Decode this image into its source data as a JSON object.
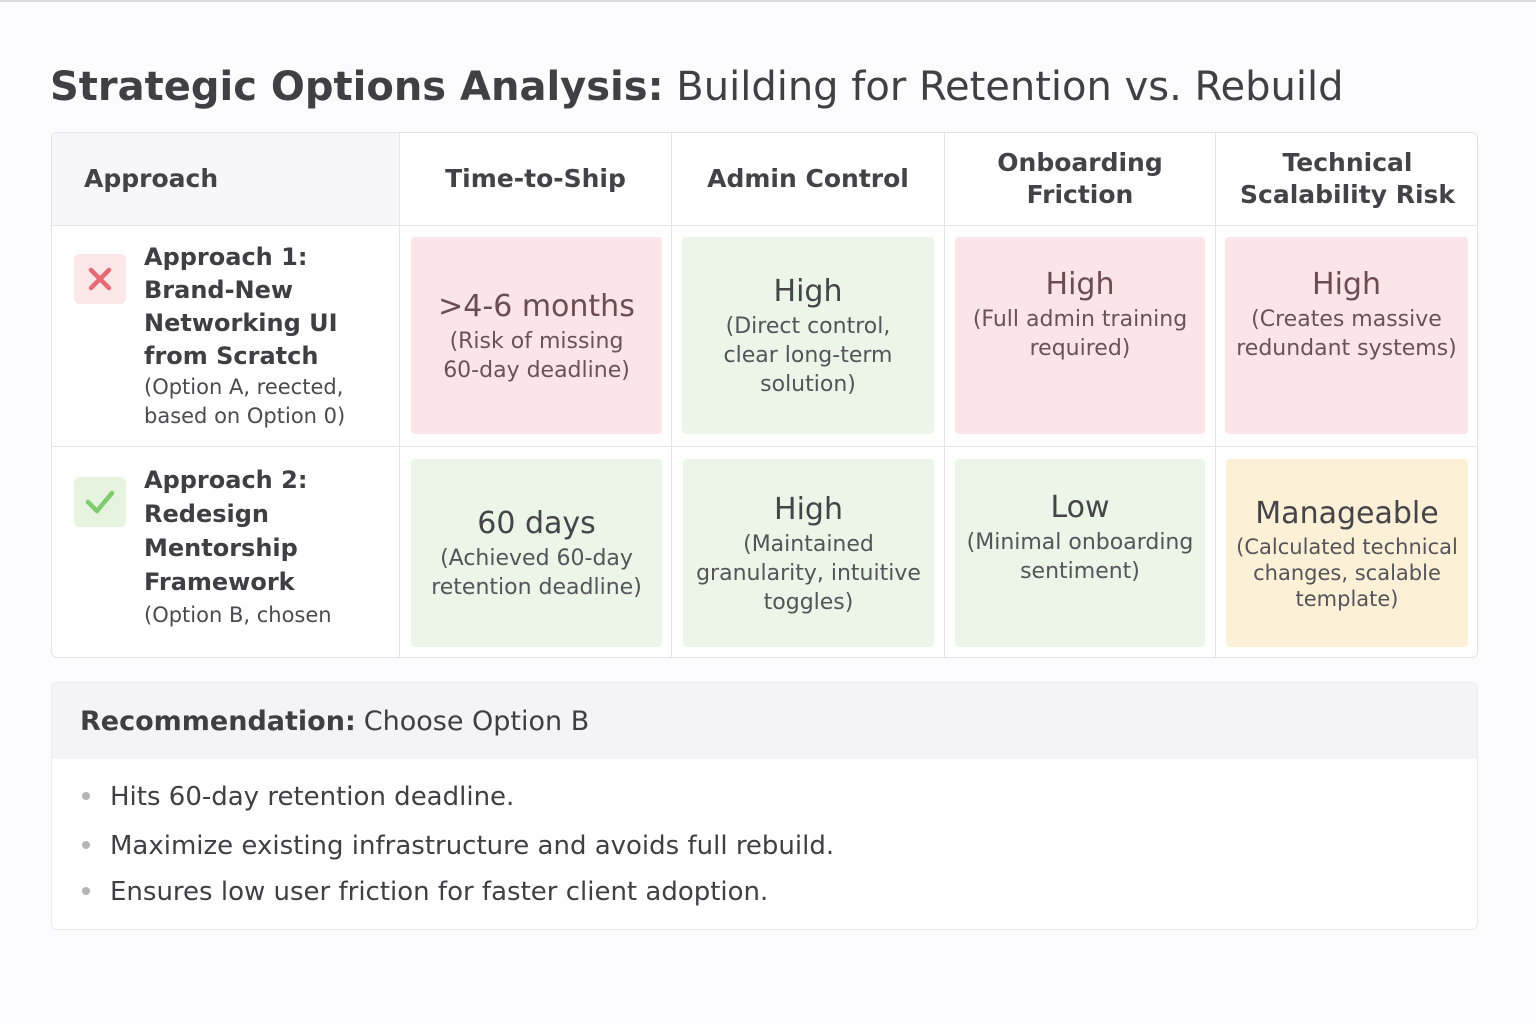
{
  "title": {
    "bold": "Strategic Options Analysis:",
    "rest": "Building for Retention vs. Rebuild"
  },
  "table": {
    "headers": [
      "Approach",
      "Time-to-Ship",
      "Admin Control",
      "Onboarding Friction",
      "Technical Scalability Risk"
    ],
    "rows": [
      {
        "status_icon": "x-icon",
        "status_color": "#e46a73",
        "title_lines": [
          "Approach 1:",
          "Brand-New",
          "Networking UI",
          "from Scratch"
        ],
        "note_lines": [
          "(Option A, reected,",
          "based on Option 0)"
        ],
        "cells": [
          {
            "main": ">4-6 months",
            "sub_lines": [
              "(Risk of missing",
              "60-day deadline)"
            ],
            "color": "#fbe5e8"
          },
          {
            "main": "High",
            "sub_lines": [
              "(Direct control,",
              "clear long-term",
              "solution)"
            ],
            "color": "#ebf5e8"
          },
          {
            "main": "High",
            "sub_lines": [
              "(Full admin training",
              "required)"
            ],
            "color": "#fbe5e8"
          },
          {
            "main": "High",
            "sub_lines": [
              "(Creates massive",
              "redundant systems)"
            ],
            "color": "#fbe5e8"
          }
        ]
      },
      {
        "status_icon": "check-icon",
        "status_color": "#7fcb6f",
        "title_lines": [
          "Approach 2:",
          "Redesign",
          "Mentorship",
          "Framework"
        ],
        "note_lines": [
          "(Option B, chosen"
        ],
        "cells": [
          {
            "main": "60 days",
            "sub_lines": [
              "(Achieved 60-day",
              "retention deadline)"
            ],
            "color": "#ebf5e8"
          },
          {
            "main": "High",
            "sub_lines": [
              "(Maintained",
              "granularity, intuitive",
              "toggles)"
            ],
            "color": "#ebf5e8"
          },
          {
            "main": "Low",
            "sub_lines": [
              "(Minimal onboarding",
              "sentiment)"
            ],
            "color": "#ebf5e8"
          },
          {
            "main": "Manageable",
            "sub_lines": [
              "(Calculated technical",
              "changes, scalable",
              "template)"
            ],
            "color": "#fcf0d6"
          }
        ]
      }
    ]
  },
  "recommendation": {
    "label": "Recommendation:",
    "value": "Choose Option B",
    "bullets": [
      "Hits 60-day retention deadline.",
      "Maximize existing infrastructure and avoids full rebuild.",
      "Ensures low user friction for faster client adoption."
    ]
  }
}
